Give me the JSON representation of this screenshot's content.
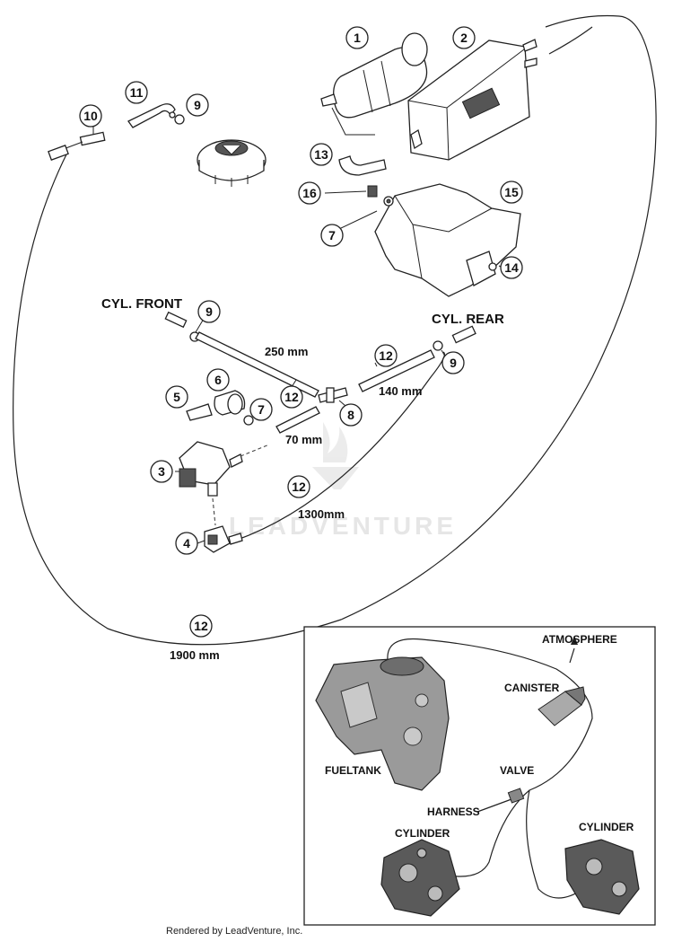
{
  "watermark_text": "LEADVENTURE",
  "footer_text": "Rendered by LeadVenture, Inc.",
  "callouts": {
    "c1": "1",
    "c2": "2",
    "c3": "3",
    "c4": "4",
    "c5": "5",
    "c6": "6",
    "c7a": "7",
    "c7b": "7",
    "c8": "8",
    "c9a": "9",
    "c9b": "9",
    "c9c": "9",
    "c10": "10",
    "c11": "11",
    "c12a": "12",
    "c12b": "12",
    "c12c": "12",
    "c12d": "12",
    "c13": "13",
    "c14": "14",
    "c15": "15",
    "c16": "16"
  },
  "labels": {
    "cyl_front": "CYL. FRONT",
    "cyl_rear": "CYL. REAR",
    "len_250": "250 mm",
    "len_140": "140 mm",
    "len_70": "70 mm",
    "len_1300": "1300mm",
    "len_1900": "1900 mm"
  },
  "inset": {
    "atmosphere": "ATMOSPHERE",
    "canister": "CANISTER",
    "fueltank": "FUELTANK",
    "valve": "VALVE",
    "harness": "HARNESS",
    "cylinder_left": "CYLINDER",
    "cylinder_right": "CYLINDER"
  }
}
